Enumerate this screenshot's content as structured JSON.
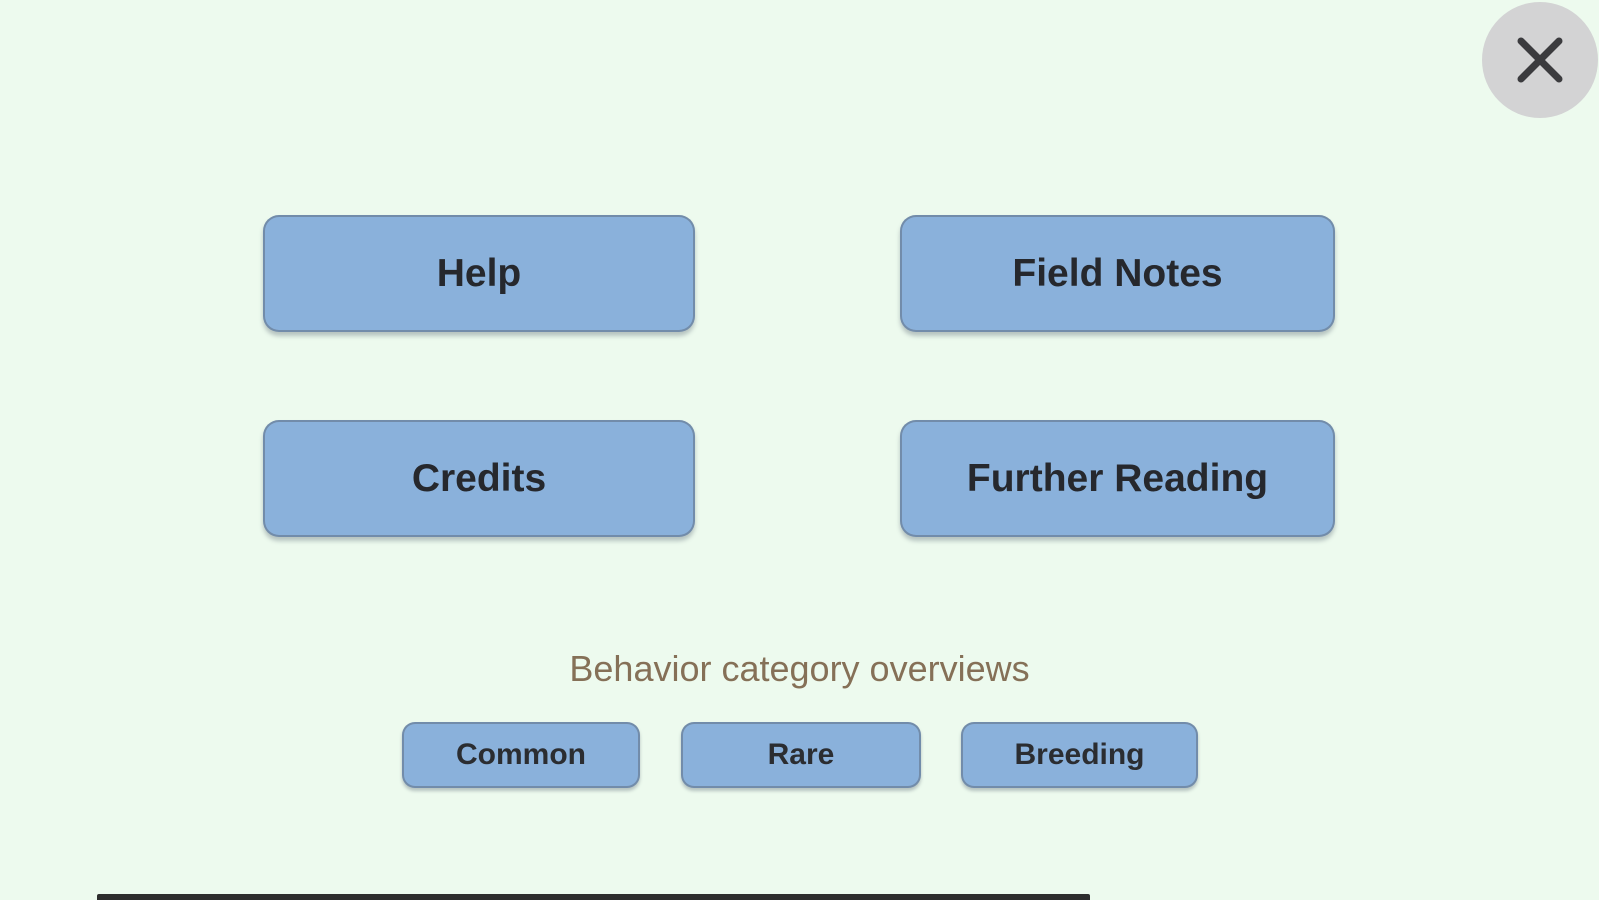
{
  "app": {
    "background_color": "#edfaee",
    "accent_button_color": "#8ab1db",
    "heading_color": "#857057",
    "button_text_color": "#26282d"
  },
  "close_button": {
    "icon": "close-x"
  },
  "menu_buttons": {
    "help": {
      "label": "Help"
    },
    "field_notes": {
      "label": "Field Notes"
    },
    "credits": {
      "label": "Credits"
    },
    "further_reading": {
      "label": "Further Reading"
    }
  },
  "category_section": {
    "heading": "Behavior category overviews",
    "buttons": {
      "common": {
        "label": "Common"
      },
      "rare": {
        "label": "Rare"
      },
      "breeding": {
        "label": "Breeding"
      }
    }
  }
}
